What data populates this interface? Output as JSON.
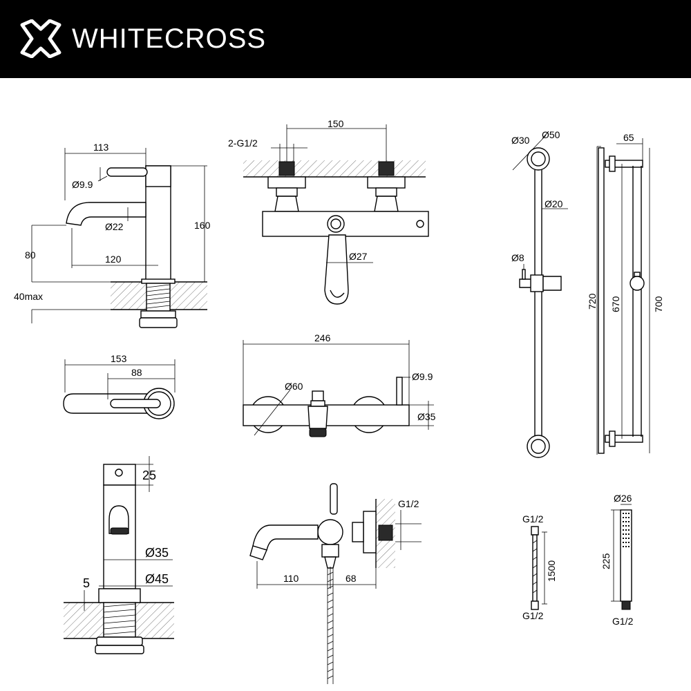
{
  "header": {
    "brand": "WHITECROSS",
    "background": "#000000",
    "text_color": "#ffffff",
    "logo_icon": "x-cross-logo-icon"
  },
  "basin_mixer": {
    "width": "113",
    "handle_diameter": "Ø9.9",
    "spout_diameter": "Ø22",
    "height": "160",
    "spout_height": "80",
    "spout_reach": "120",
    "max_thickness": "40max"
  },
  "basin_top": {
    "length": "153",
    "handle_length": "88"
  },
  "basin_front": {
    "top": "25",
    "body_diameter": "Ø35",
    "base_diameter": "Ø45",
    "gasket": "5"
  },
  "thermostatic_bar": {
    "centers": "150",
    "inlets": "2-G1/2",
    "spout_diameter": "Ø27"
  },
  "bath_mixer_front": {
    "length": "246",
    "flange_diameter": "Ø60",
    "handle_diameter": "Ø9.9",
    "body_diameter": "Ø35"
  },
  "bath_mixer_side": {
    "spout": "110",
    "depth": "68",
    "thread": "G1/2"
  },
  "rail": {
    "bracket_diameter_small": "Ø30",
    "bracket_diameter_large": "Ø50",
    "rail_diameter": "Ø20",
    "pin_diameter": "Ø8",
    "total": "720",
    "centers": "670",
    "length": "700",
    "projection": "65"
  },
  "hose": {
    "top_thread": "G1/2",
    "length": "1500",
    "bottom_thread": "G1/2"
  },
  "handshower": {
    "diameter": "Ø26",
    "length": "225",
    "thread": "G1/2"
  }
}
